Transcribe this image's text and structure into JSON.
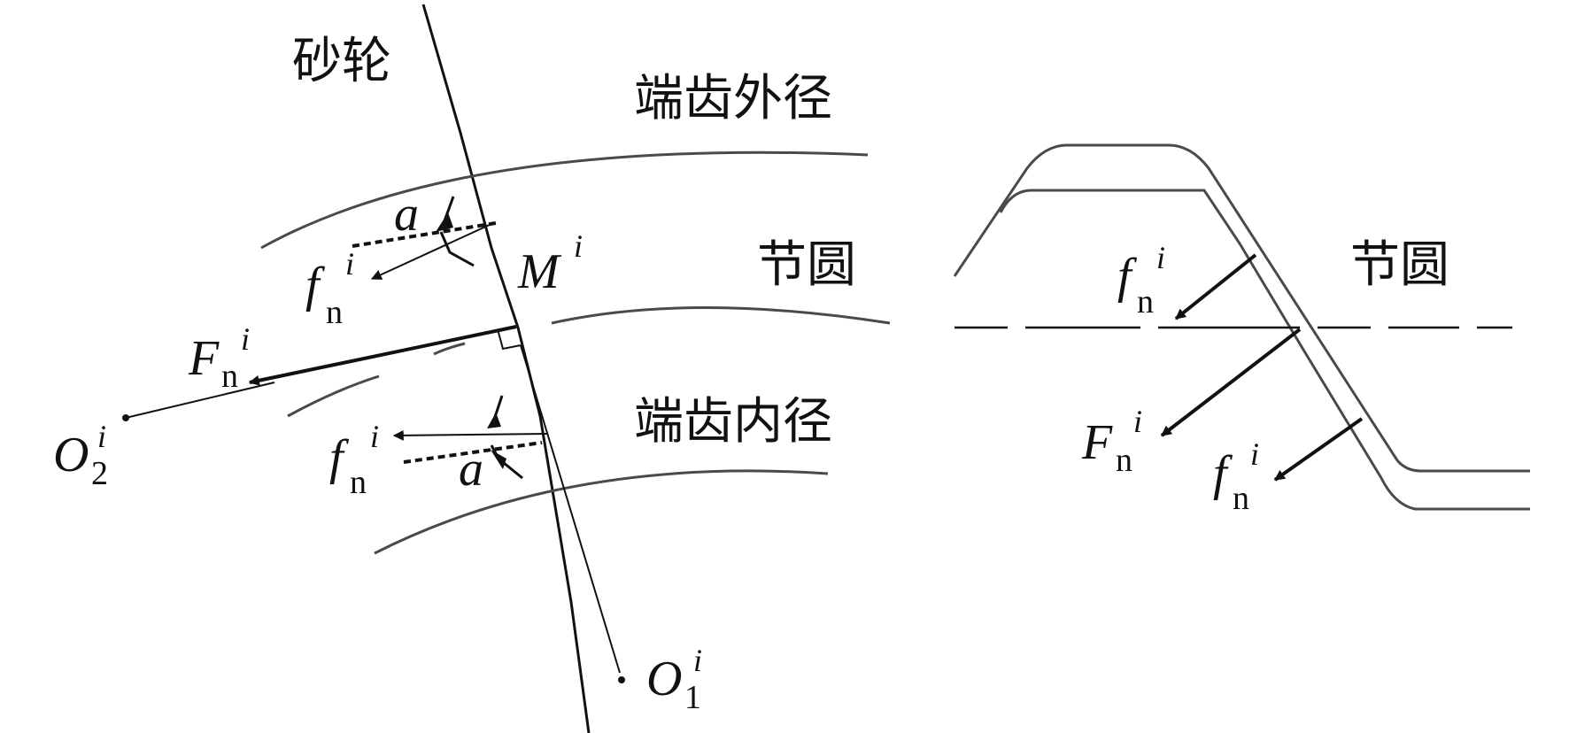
{
  "labels": {
    "wheel": "砂轮",
    "outer_diameter": "端齿外径",
    "pitch_circle_left": "节圆",
    "inner_diameter": "端齿内径",
    "pitch_circle_right": "节圆"
  },
  "symbols": {
    "alpha_top": "a",
    "alpha_bottom": "a",
    "f": "f",
    "F": "F",
    "M": "M",
    "O": "O",
    "sub_n": "n",
    "sub_1": "1",
    "sub_2": "2",
    "sup_i": "i"
  }
}
